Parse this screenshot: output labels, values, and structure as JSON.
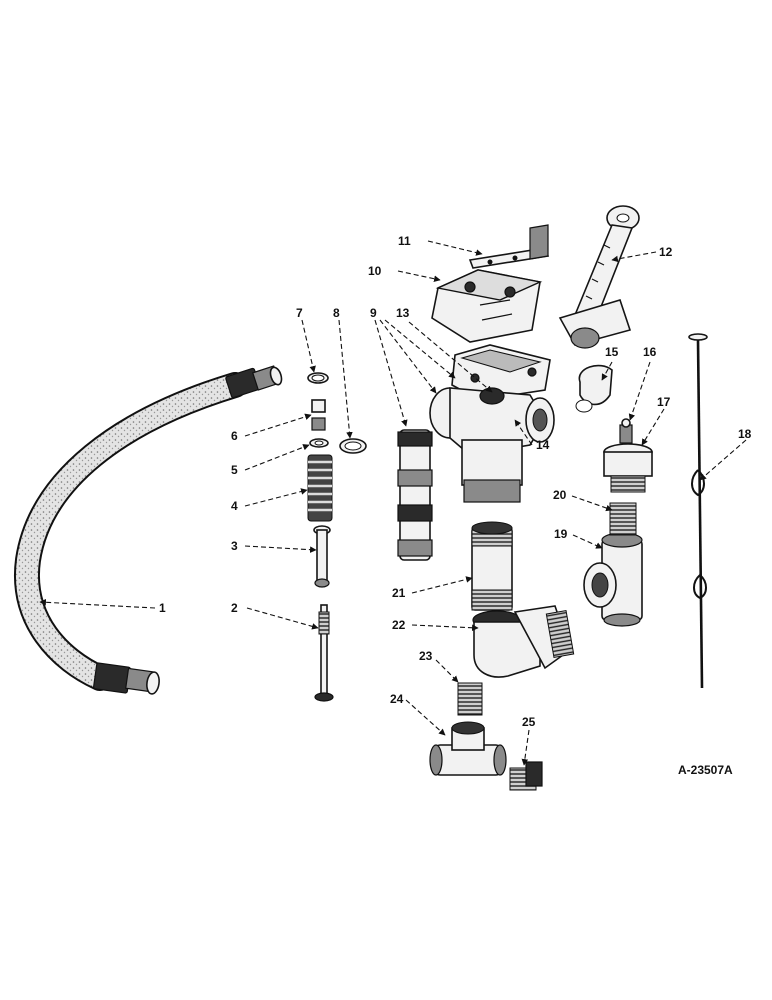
{
  "drawing_number": "A-23507A",
  "callouts": [
    "1",
    "2",
    "3",
    "4",
    "5",
    "6",
    "7",
    "8",
    "9",
    "10",
    "11",
    "12",
    "13",
    "14",
    "15",
    "16",
    "17",
    "18",
    "19",
    "20",
    "21",
    "22",
    "23",
    "24",
    "25"
  ]
}
